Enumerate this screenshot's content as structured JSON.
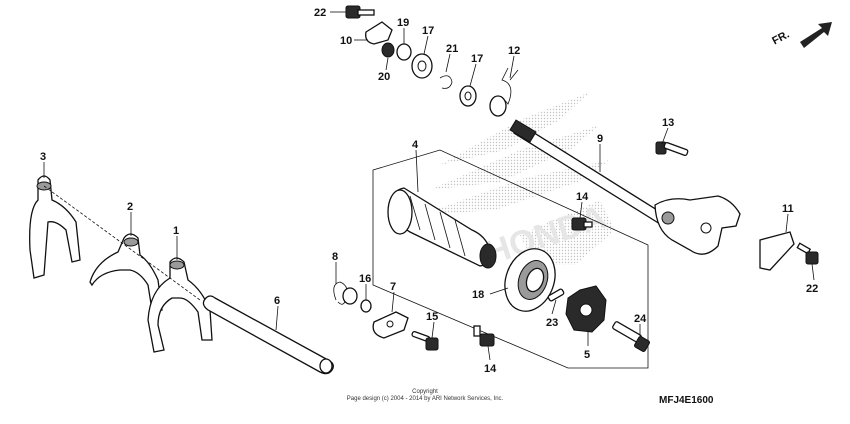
{
  "diagram": {
    "callouts": [
      "22",
      "10",
      "19",
      "17",
      "21",
      "17",
      "12",
      "20",
      "13",
      "9",
      "4",
      "14",
      "3",
      "2",
      "1",
      "8",
      "16",
      "7",
      "15",
      "6",
      "18",
      "23",
      "24",
      "11",
      "22",
      "5",
      "14"
    ],
    "direction_marker": "FR.",
    "copyright_line1": "Copyright",
    "copyright_line2": "Page design (c) 2004 - 2014 by ARI Network Services, Inc.",
    "diagram_code": "MFJ4E1600",
    "colors": {
      "ink": "#111111",
      "watermark": "#d8d8d8"
    }
  }
}
